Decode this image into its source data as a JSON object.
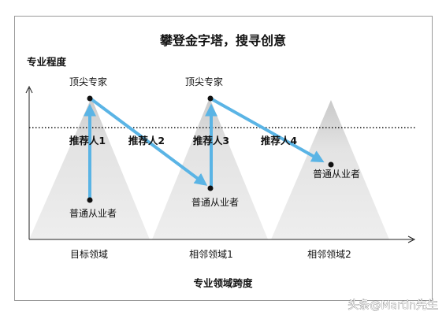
{
  "title": "攀登金字塔，搜寻创意",
  "y_axis_label": "专业程度",
  "x_axis_label": "专业领域跨度",
  "domains": [
    "目标领域",
    "相邻领域1",
    "相邻领域2"
  ],
  "nodes": {
    "expert_1": "顶尖专家",
    "expert_2": "顶尖专家",
    "practitioner_1": "普通从业者",
    "practitioner_2": "普通从业者",
    "practitioner_3": "普通从业者"
  },
  "recommenders": [
    "推荐人1",
    "推荐人2",
    "推荐人3",
    "推荐人4"
  ],
  "watermark": "头条@Martin先生",
  "colors": {
    "arrow": "#5ab4e5",
    "pyramid": "#e6e6e6",
    "pyramid_tip": "#c8c8c8",
    "dot": "#111111"
  }
}
